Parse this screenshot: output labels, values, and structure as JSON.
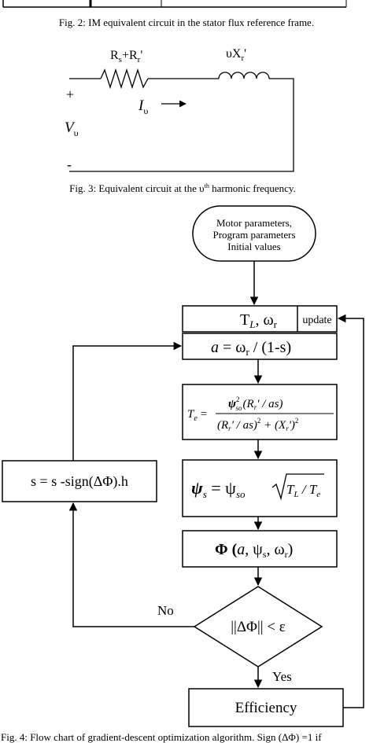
{
  "fig2_caption": "Fig. 2: IM equivalent circuit in the stator flux reference frame.",
  "fig3": {
    "resistor_label": {
      "main": "R",
      "sub1": "s",
      "mid": "+R",
      "sub2": "r",
      "tail": "'"
    },
    "inductor_label": {
      "pre": "υX",
      "sub": "r",
      "tail": "'"
    },
    "plus": "+",
    "minus": "-",
    "current_label": {
      "main": "I",
      "sub": "υ"
    },
    "voltage_label": {
      "main": "V",
      "sub": "υ"
    },
    "caption": {
      "pre": "Fig. 3: Equivalent circuit at the υ",
      "sup": "th",
      "post": " harmonic frequency."
    }
  },
  "fig4": {
    "start_lines": [
      "Motor parameters,",
      "Program parameters",
      "Initial values"
    ],
    "load_box": {
      "T": "T",
      "T_sub": "L",
      "comma": ", ω",
      "w_sub": "r"
    },
    "update_label": "update",
    "a_box": {
      "a": "a",
      "eq": " = ω",
      "w_sub": "r",
      "rest": " / (1-s)"
    },
    "te_box": {
      "lhs": "T",
      "lhs_sub": "e",
      "eq": "=",
      "num_psi": "ψ",
      "num_sup": "2",
      "num_sub": "so",
      "num_rest": "(R",
      "num_r": "r",
      "num_rest2": "' / as)",
      "den_1": "(R",
      "den_r1": "r",
      "den_2": "' / as)",
      "den_sup1": "2",
      "den_3": " + (X",
      "den_r2": "r",
      "den_4": "')",
      "den_sup2": "2"
    },
    "psi_box": {
      "lhs": "ψ",
      "lhs_sub": "s",
      "eq": " = ψ",
      "rhs_sub": "so",
      "rad_T": "T",
      "rad_L": "L",
      "rad_mid": " / T",
      "rad_e": "e"
    },
    "phi_box": {
      "pre": "Φ (",
      "a": "a",
      "mid": ", ψ",
      "s": "s",
      "mid2": ", ω",
      "r": "r",
      "end": ")"
    },
    "s_update": "s = s -sign(ΔΦ).h",
    "decision": "||ΔΦ|| < ε",
    "no_label": "No",
    "yes_label": "Yes",
    "efficiency": "Efficiency",
    "caption": "Fig. 4: Flow chart of gradient-descent optimization algorithm. Sign (ΔΦ) =1 if"
  }
}
